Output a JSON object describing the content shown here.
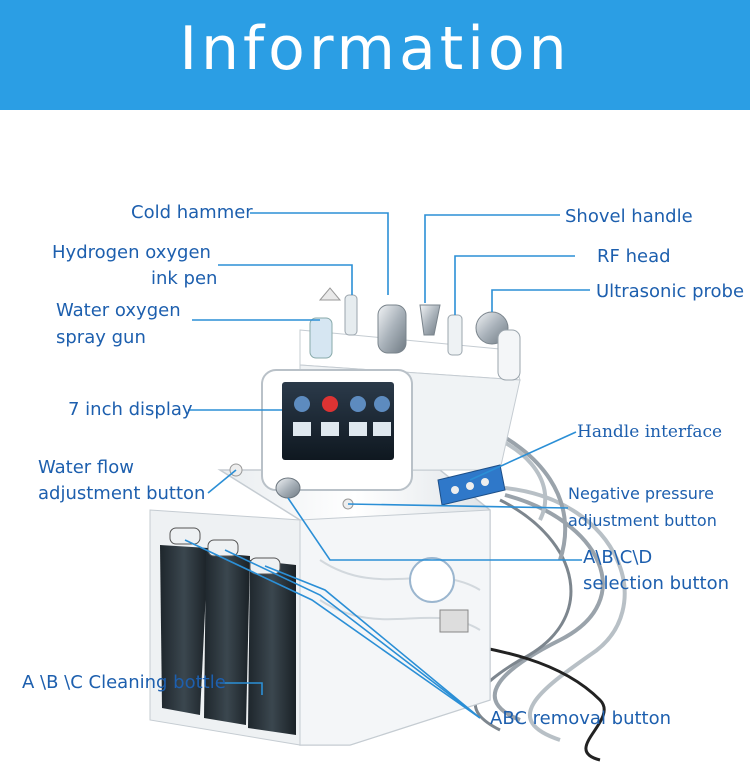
{
  "header": {
    "title": "Information"
  },
  "labels": {
    "cold_hammer": "Cold hammer",
    "hydrogen_pen_1": "Hydrogen oxygen",
    "hydrogen_pen_2": "ink pen",
    "water_gun_1": "Water oxygen",
    "water_gun_2": "spray gun",
    "display": "7 inch display",
    "water_flow_1": "Water flow",
    "water_flow_2": "adjustment button",
    "cleaning_bottle": "A \\B \\C Cleaning bottle",
    "shovel_handle": "Shovel handle",
    "rf_head": "RF head",
    "ultrasonic_probe": "Ultrasonic probe",
    "handle_interface": "Handle interface",
    "negative_pressure_1": "Negative pressure",
    "negative_pressure_2": "adjustment button",
    "selection_1": "A\\B\\C\\D",
    "selection_2": "selection button",
    "removal_button": "ABC removal button"
  },
  "colors": {
    "banner": "#2b9ee4",
    "label": "#1d5fae",
    "leader": "#2b8fd6"
  }
}
